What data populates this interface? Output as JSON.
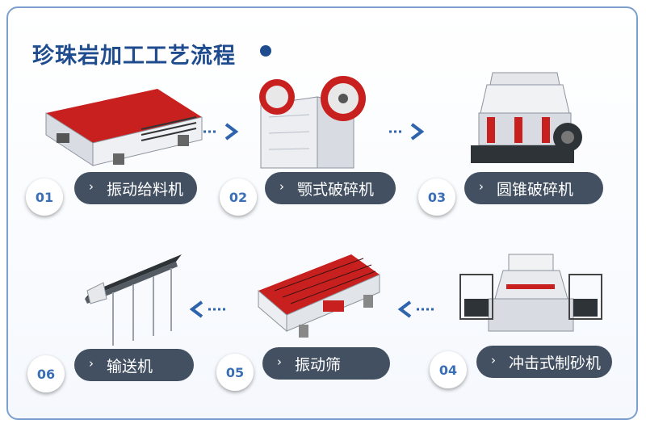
{
  "title": "珍珠岩加工工艺流程",
  "steps": [
    {
      "num": "01",
      "label": "振动给料机",
      "icon": "vibrating-feeder"
    },
    {
      "num": "02",
      "label": "颚式破碎机",
      "icon": "jaw-crusher"
    },
    {
      "num": "03",
      "label": "圆锥破碎机",
      "icon": "cone-crusher"
    },
    {
      "num": "04",
      "label": "冲击式制砂机",
      "icon": "impact-sand-maker"
    },
    {
      "num": "05",
      "label": "振动筛",
      "icon": "vibrating-screen"
    },
    {
      "num": "06",
      "label": "输送机",
      "icon": "belt-conveyor"
    }
  ],
  "colors": {
    "accent": "#1f4c8f",
    "label_bg": "#435061",
    "machine_red": "#c8201e",
    "arrow": "#2d64ad"
  }
}
